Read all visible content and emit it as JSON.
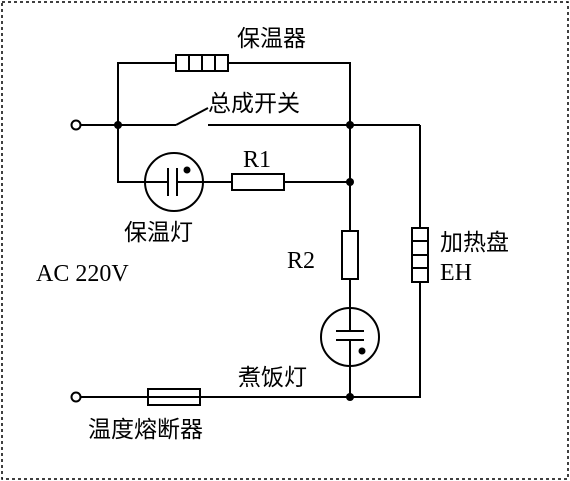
{
  "labels": {
    "heat_keeper": "保温器",
    "main_switch": "总成开关",
    "r1": "R1",
    "warm_lamp": "保温灯",
    "ac": "AC 220V",
    "r2": "R2",
    "heating_plate": "加热盘",
    "eh": "EH",
    "cooking_lamp": "煮饭灯",
    "fuse": "温度熔断器"
  }
}
